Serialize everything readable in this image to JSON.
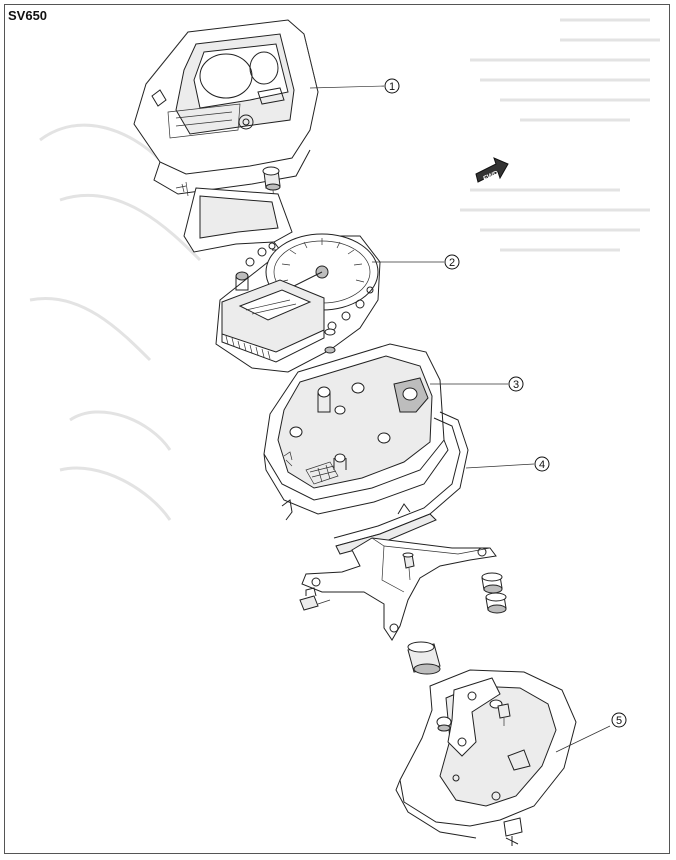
{
  "header": {
    "model": "SV650"
  },
  "callouts": [
    "1",
    "2",
    "3",
    "4",
    "5"
  ],
  "fwd_label": "FWD"
}
